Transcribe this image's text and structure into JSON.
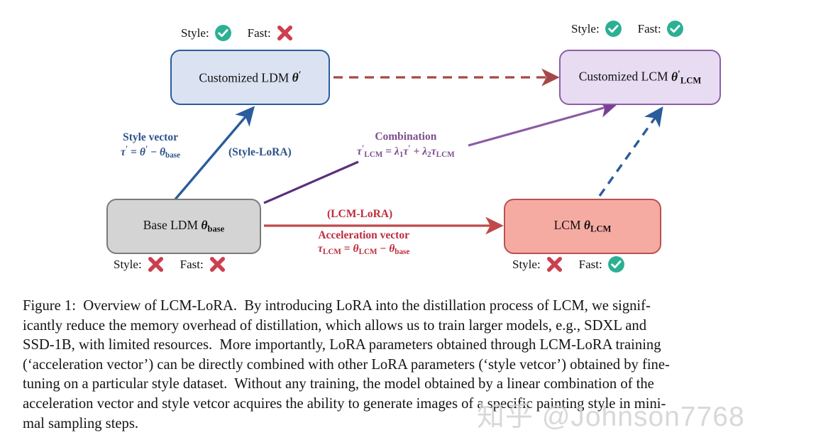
{
  "figure": {
    "nodes": [
      {
        "id": "customized-ldm",
        "label_main": "Customized LDM",
        "label_sym": "θ",
        "label_prime": "′",
        "label_sub": "",
        "fill": "#dbe3f2",
        "border": "#2b5c9b"
      },
      {
        "id": "customized-lcm",
        "label_main": "Customized LCM",
        "label_sym": "θ",
        "label_prime": "′",
        "label_sub": "LCM",
        "fill": "#e7dcf2",
        "border": "#8e5ea8"
      },
      {
        "id": "base-ldm",
        "label_main": "Base LDM",
        "label_sym": "θ",
        "label_prime": "",
        "label_sub": "base",
        "fill": "#d4d4d4",
        "border": "#7b7b7b"
      },
      {
        "id": "lcm",
        "label_main": "LCM",
        "label_sym": "θ",
        "label_prime": "",
        "label_sub": "LCM",
        "fill": "#f6aba2",
        "border": "#b9524f"
      }
    ],
    "status": {
      "style_label": "Style:",
      "fast_label": "Fast:",
      "customized_ldm": {
        "style": "check",
        "fast": "cross"
      },
      "customized_lcm": {
        "style": "check",
        "fast": "check"
      },
      "base_ldm": {
        "style": "cross",
        "fast": "cross"
      },
      "lcm": {
        "style": "cross",
        "fast": "check"
      }
    },
    "icons": {
      "check": "check-circle-icon",
      "cross": "red-cross-icon"
    },
    "colors": {
      "check_green": "#2bb093",
      "cross_red": "#cc3f4e",
      "style_blue": "#2d5288",
      "combination_purple": "#7d5090",
      "lcm_lora_red": "#bf2b3c",
      "dashed_red_arrow": "#a6484a",
      "dashed_blue_arrow": "#2b5c9b"
    },
    "labels": {
      "style_vector_title": "Style vector",
      "style_vector_formula": "τ′ = θ′ − θbase",
      "style_lora": "(Style-LoRA)",
      "combination_title": "Combination",
      "combination_formula": "τ′LCM = λ1τ′ + λ2τLCM",
      "lcm_lora": "(LCM-LoRA)",
      "acceleration_title": "Acceleration vector",
      "acceleration_formula": "τLCM = θLCM − θbase"
    }
  },
  "caption": {
    "lines": [
      "Figure 1:  Overview of LCM-LoRA.  By introducing LoRA into the distillation process of LCM, we signif-",
      "icantly reduce the memory overhead of distillation, which allows us to train larger models, e.g., SDXL and",
      "SSD-1B, with limited resources.  More importantly, LoRA parameters obtained through LCM-LoRA training",
      "(‘acceleration vector’) can be directly combined with other LoRA parameters (‘style vetcor’) obtained by fine-",
      "tuning on a particular style dataset.  Without any training, the model obtained by a linear combination of the",
      "acceleration vector and style vetcor acquires the ability to generate images of a specific painting style in mini-",
      "mal sampling steps."
    ]
  },
  "watermark": {
    "text": "知乎 @Johnson7768"
  }
}
